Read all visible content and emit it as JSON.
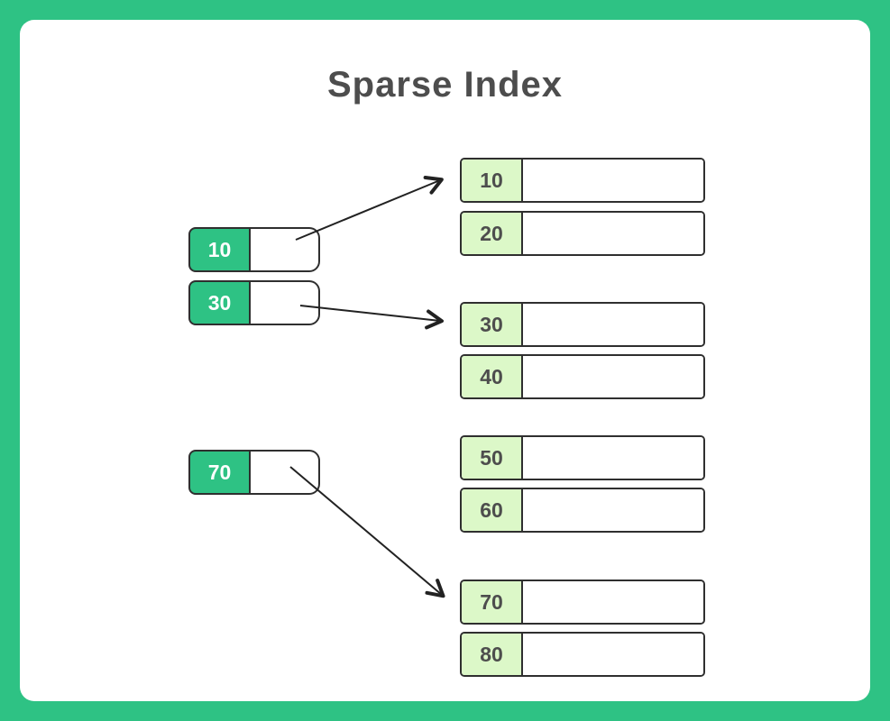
{
  "title": "Sparse Index",
  "colors": {
    "background_green": "#2EC284",
    "index_key_green": "#2EC284",
    "data_key_light_green": "#DCF8C8",
    "box_border": "#2F2F2F",
    "title_text": "#4D4D4D",
    "key_text_dark": "#4D4D4D",
    "index_key_text": "#FFFFFF",
    "arrow_color": "#222222"
  },
  "index": {
    "entries": [
      {
        "key": "10"
      },
      {
        "key": "30"
      },
      {
        "key": "70"
      }
    ]
  },
  "blocks": [
    {
      "rows": [
        {
          "key": "10"
        },
        {
          "key": "20"
        }
      ]
    },
    {
      "rows": [
        {
          "key": "30"
        },
        {
          "key": "40"
        }
      ]
    },
    {
      "rows": [
        {
          "key": "50"
        },
        {
          "key": "60"
        }
      ]
    },
    {
      "rows": [
        {
          "key": "70"
        },
        {
          "key": "80"
        }
      ]
    }
  ]
}
